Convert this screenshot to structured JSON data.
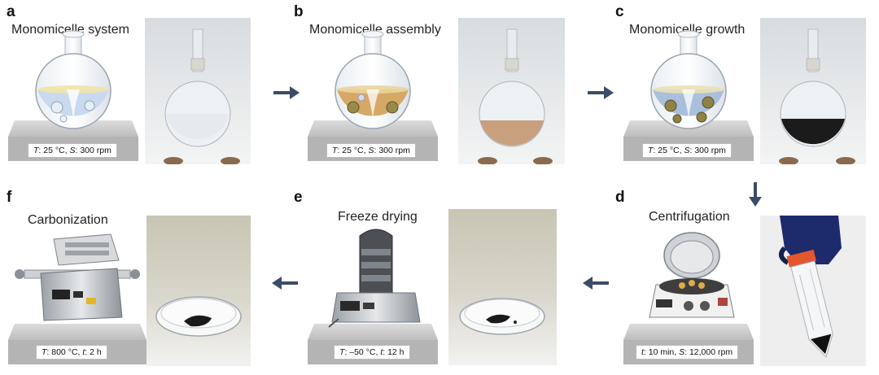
{
  "panels": {
    "a": {
      "letter": "a",
      "title": "Monomicelle system",
      "cond_T_label": "T",
      "cond_T_value": ": 25 °C, ",
      "cond_S_label": "S",
      "cond_S_value": ": 300 rpm"
    },
    "b": {
      "letter": "b",
      "title": "Monomicelle assembly",
      "cond_T_label": "T",
      "cond_T_value": ": 25 °C, ",
      "cond_S_label": "S",
      "cond_S_value": ": 300 rpm"
    },
    "c": {
      "letter": "c",
      "title": "Monomicelle growth",
      "cond_T_label": "T",
      "cond_T_value": ": 25 °C, ",
      "cond_S_label": "S",
      "cond_S_value": ": 300 rpm"
    },
    "d": {
      "letter": "d",
      "title": "Centrifugation",
      "cond_T_label": "t",
      "cond_T_value": ": 10 min, ",
      "cond_S_label": "S",
      "cond_S_value": ": 12,000 rpm"
    },
    "e": {
      "letter": "e",
      "title": "Freeze drying",
      "cond_T_label": "T",
      "cond_T_value": ": –50 °C, ",
      "cond_S_label": "t",
      "cond_S_value": ": 12 h"
    },
    "f": {
      "letter": "f",
      "title": "Carbonization",
      "cond_T_label": "T",
      "cond_T_value": ": 800 °C, ",
      "cond_S_label": "t",
      "cond_S_value": ": 2 h"
    }
  },
  "colors": {
    "arrow": "#3c4c66",
    "liquid_a": "#c9d9ee",
    "liquid_b": "#d6a866",
    "liquid_c": "#a9bfdc",
    "photo_liquid_b": "#c9a07e",
    "photo_liquid_c": "#1b1b1b"
  }
}
